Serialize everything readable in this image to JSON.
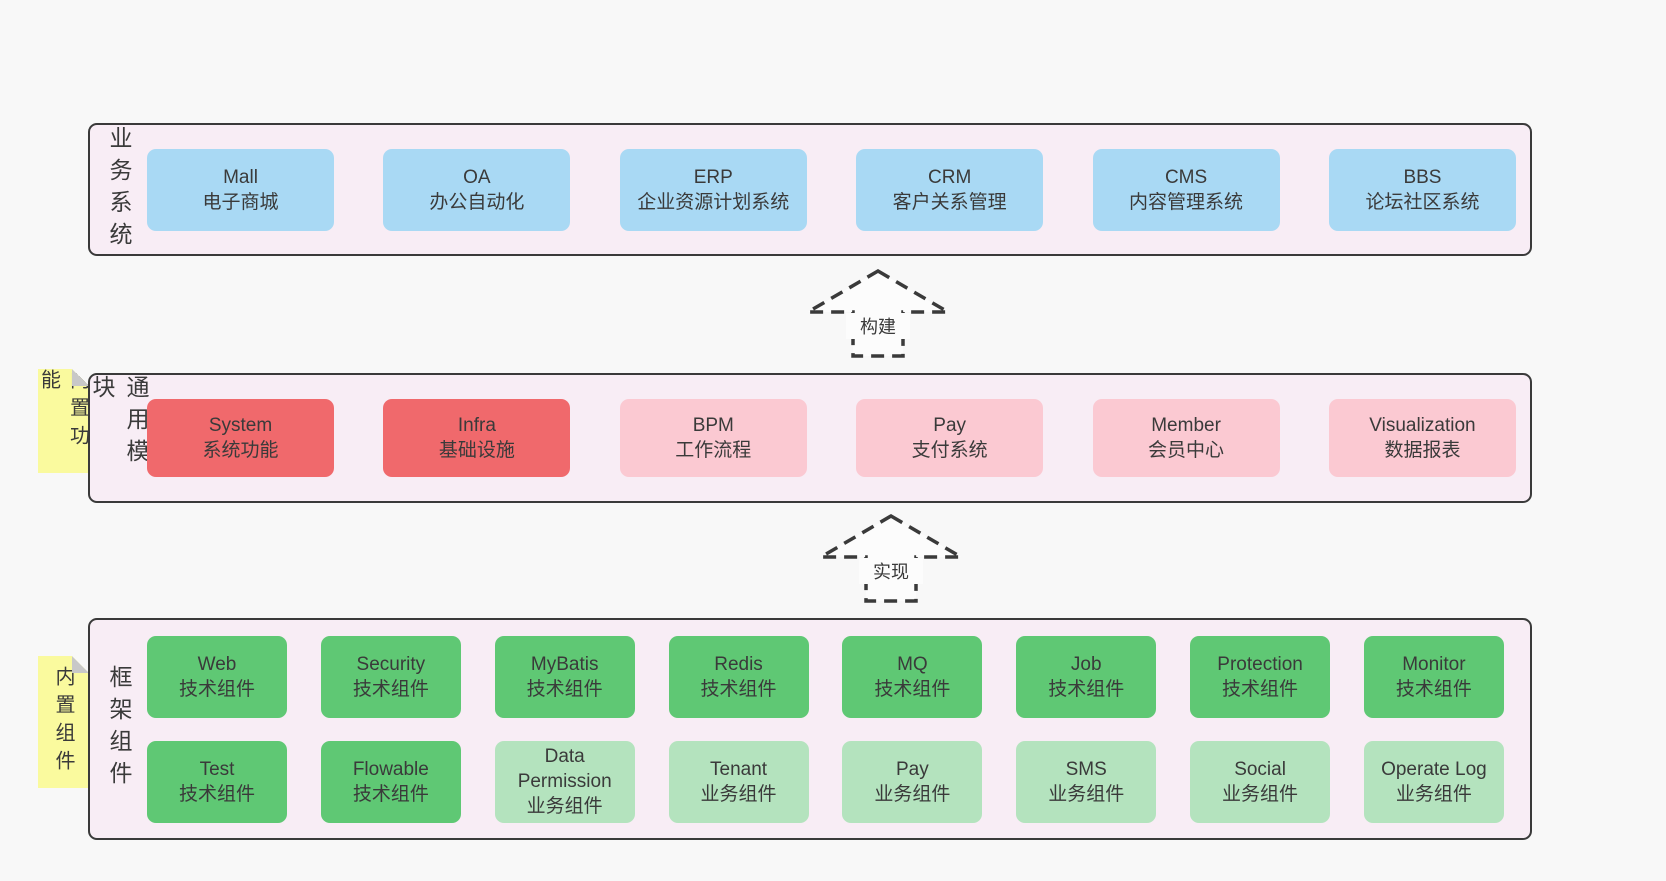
{
  "colors": {
    "page": "#F8F8F8",
    "panel": "#F8EDF5",
    "line": "#3A3A3A",
    "text": "#3A3A3A",
    "blue": "#A9D9F4",
    "red": "#F0696C",
    "pink": "#FBC9D2",
    "green": "#5FC874",
    "lightgreen": "#B4E3BE",
    "yellow": "#FAFA9E",
    "fold": "#C8C8C8",
    "arrowfill": "#FCFCFC"
  },
  "arrows": [
    {
      "label": "构建"
    },
    {
      "label": "实现"
    }
  ],
  "sections": {
    "business": {
      "side_label": "业务系统",
      "boxes": [
        {
          "name": "Mall",
          "desc": "电子商城"
        },
        {
          "name": "OA",
          "desc": "办公自动化"
        },
        {
          "name": "ERP",
          "desc": "企业资源计划系统"
        },
        {
          "name": "CRM",
          "desc": "客户关系管理"
        },
        {
          "name": "CMS",
          "desc": "内容管理系统"
        },
        {
          "name": "BBS",
          "desc": "论坛社区系统"
        }
      ]
    },
    "modules": {
      "side_label": "通用模块",
      "sticky": "内置功能",
      "boxes": [
        {
          "name": "System",
          "desc": "系统功能"
        },
        {
          "name": "Infra",
          "desc": "基础设施"
        },
        {
          "name": "BPM",
          "desc": "工作流程"
        },
        {
          "name": "Pay",
          "desc": "支付系统"
        },
        {
          "name": "Member",
          "desc": "会员中心"
        },
        {
          "name": "Visualization",
          "desc": "数据报表"
        }
      ]
    },
    "components": {
      "side_label": "框架组件",
      "sticky": "内置组件",
      "row1": [
        {
          "name": "Web",
          "desc": "技术组件"
        },
        {
          "name": "Security",
          "desc": "技术组件"
        },
        {
          "name": "MyBatis",
          "desc": "技术组件"
        },
        {
          "name": "Redis",
          "desc": "技术组件"
        },
        {
          "name": "MQ",
          "desc": "技术组件"
        },
        {
          "name": "Job",
          "desc": "技术组件"
        },
        {
          "name": "Protection",
          "desc": "技术组件"
        },
        {
          "name": "Monitor",
          "desc": "技术组件"
        }
      ],
      "row2": [
        {
          "name": "Test",
          "desc": "技术组件"
        },
        {
          "name": "Flowable",
          "desc": "技术组件"
        },
        {
          "name": "Data Permission",
          "desc": "业务组件"
        },
        {
          "name": "Tenant",
          "desc": "业务组件"
        },
        {
          "name": "Pay",
          "desc": "业务组件"
        },
        {
          "name": "SMS",
          "desc": "业务组件"
        },
        {
          "name": "Social",
          "desc": "业务组件"
        },
        {
          "name": "Operate Log",
          "desc": "业务组件"
        }
      ]
    }
  }
}
